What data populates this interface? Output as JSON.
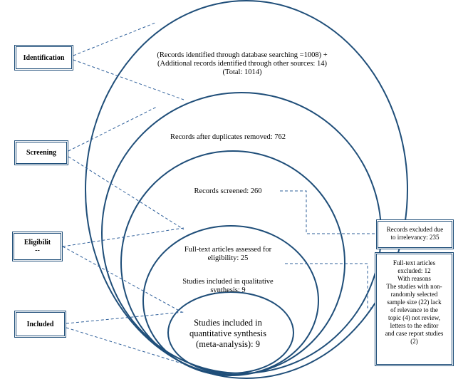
{
  "stages": {
    "identification": "Identification",
    "screening": "Screening",
    "eligibility": "Eligibilit",
    "eligibility_cont": "--",
    "included": "Included"
  },
  "ellipses": {
    "identification_text": [
      "(Records identified through database searching =1008) +",
      "(Additional records identified through other sources: 14)",
      "(Total: 1014)"
    ],
    "duplicates_text": "Records after duplicates removed: 762",
    "screened_text": "Records screened: 260",
    "fulltext_text": [
      "Full-text articles assessed for",
      "eligibility: 25"
    ],
    "qualitative_text": [
      "Studies included in qualitative",
      "synthesis: 9"
    ],
    "quantitative_text": [
      "Studies included in",
      "quantitative synthesis",
      "(meta-analysis): 9"
    ]
  },
  "notes": {
    "excluded_screening": [
      "Records excluded due",
      "to irrelevancy: 235"
    ],
    "excluded_fulltext": [
      "Full-text articles",
      "excluded: 12",
      "With reasons",
      "The studies with non-",
      "randomly selected",
      "sample size (22) lack",
      "of relevance to the",
      "topic (4) not review,",
      "letters to the editor",
      "and case report studies",
      "(2)"
    ]
  },
  "colors": {
    "stroke": "#1f4e79",
    "dash": "#2e5f9a",
    "background": "#ffffff",
    "text": "#000000"
  }
}
